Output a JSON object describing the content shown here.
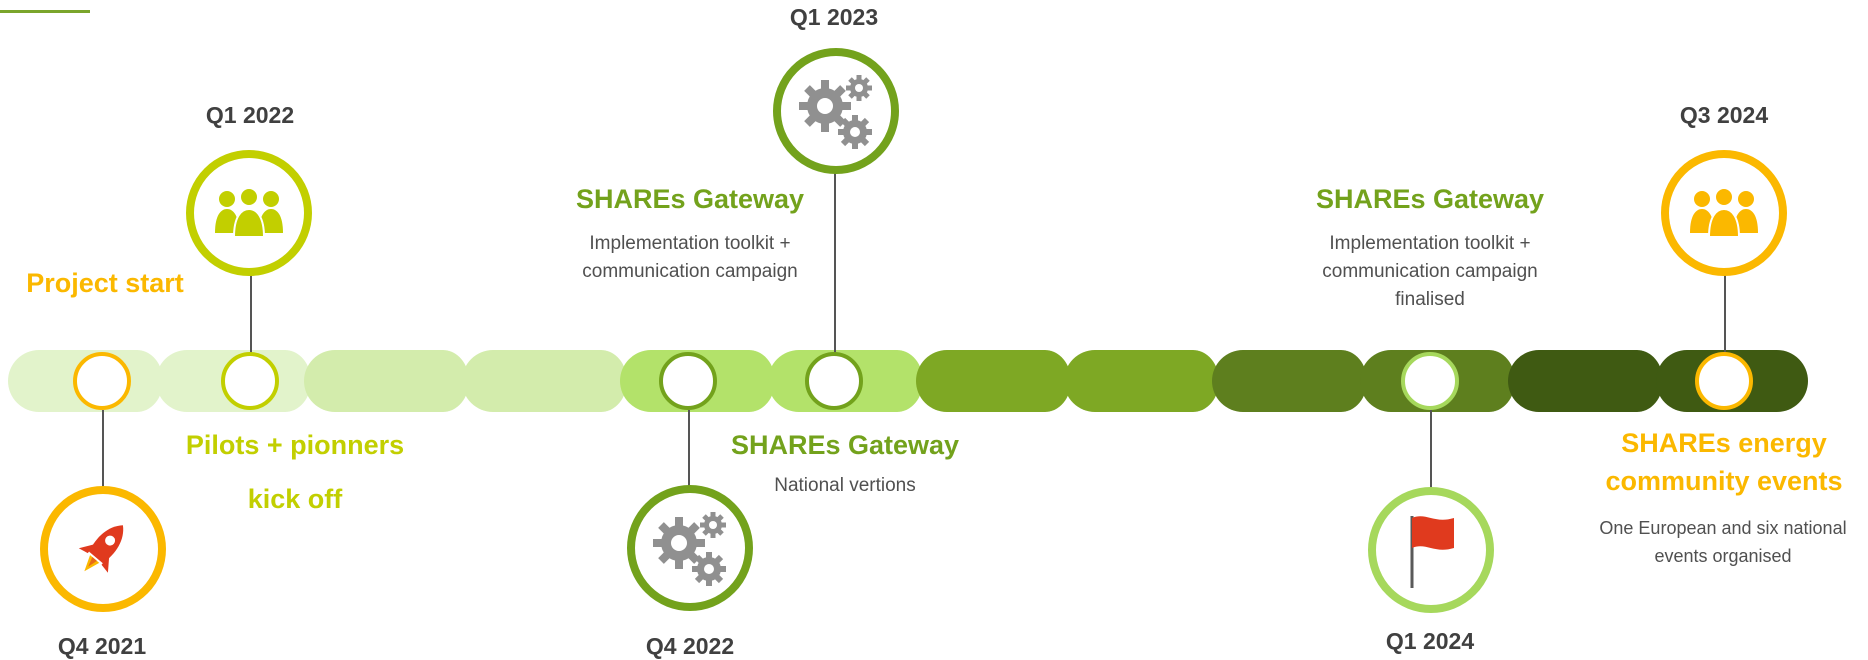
{
  "colors": {
    "orange": "#fbb800",
    "lime": "#c2cf00",
    "green": "#73a21c",
    "dark_green": "#4d7417",
    "light_green": "#a6d85c",
    "rocket_red": "#e03a1e"
  },
  "milestones": [
    {
      "date": "Q4 2021",
      "title": "Project start",
      "description": "",
      "icon": "rocket-icon"
    },
    {
      "date": "Q1 2022",
      "title_line1": "Pilots + pionners",
      "title_line2": "kick off",
      "description": "",
      "icon": "people-icon"
    },
    {
      "date": "Q4 2022",
      "title": "SHAREs Gateway",
      "description": "National vertions",
      "icon": "gears-icon"
    },
    {
      "date": "Q1 2023",
      "title": "SHAREs Gateway",
      "description_line1": "Implementation toolkit +",
      "description_line2": "communication campaign",
      "icon": "gears-icon"
    },
    {
      "date": "Q1 2024",
      "title": "SHAREs Gateway",
      "description_line1": "Implementation toolkit +",
      "description_line2": "communication campaign",
      "description_line3": "finalised",
      "icon": "flag-icon"
    },
    {
      "date": "Q3 2024",
      "title_line1": "SHAREs energy",
      "title_line2": "community events",
      "description_line1": "One European and six national",
      "description_line2": "events organised",
      "icon": "people-icon"
    }
  ]
}
